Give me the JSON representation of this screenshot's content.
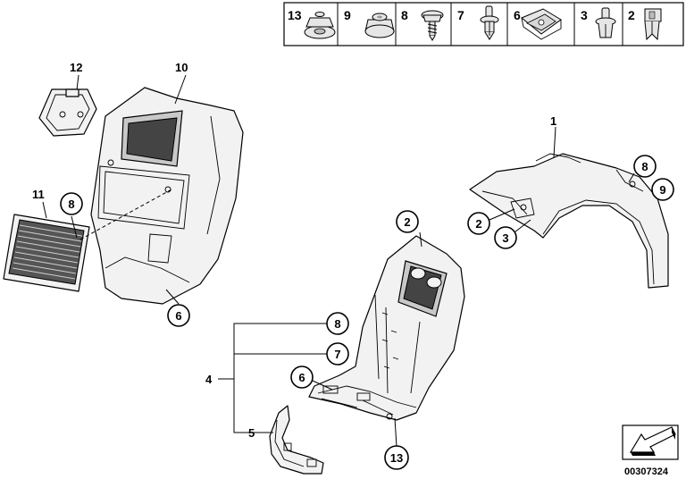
{
  "fastener_legend": [
    {
      "number": "13",
      "icon": "flange-nut-icon"
    },
    {
      "number": "9",
      "icon": "hex-nut-icon"
    },
    {
      "number": "8",
      "icon": "sheet-metal-screw-icon"
    },
    {
      "number": "7",
      "icon": "expanding-rivet-icon"
    },
    {
      "number": "6",
      "icon": "spring-nut-icon"
    },
    {
      "number": "3",
      "icon": "push-rivet-icon"
    },
    {
      "number": "2",
      "icon": "expanding-nut-icon"
    }
  ],
  "callouts": {
    "c12": "12",
    "c10": "10",
    "c11": "11",
    "c8_left": "8",
    "c6_left": "6",
    "c1": "1",
    "c8_right": "8",
    "c9_right": "9",
    "c2_right": "2",
    "c3_right": "3",
    "c2_mid": "2",
    "c4": "4",
    "c8_group": "8",
    "c7_group": "7",
    "c6_group": "6",
    "c5": "5",
    "c13": "13"
  },
  "diagram_id": "00307324"
}
